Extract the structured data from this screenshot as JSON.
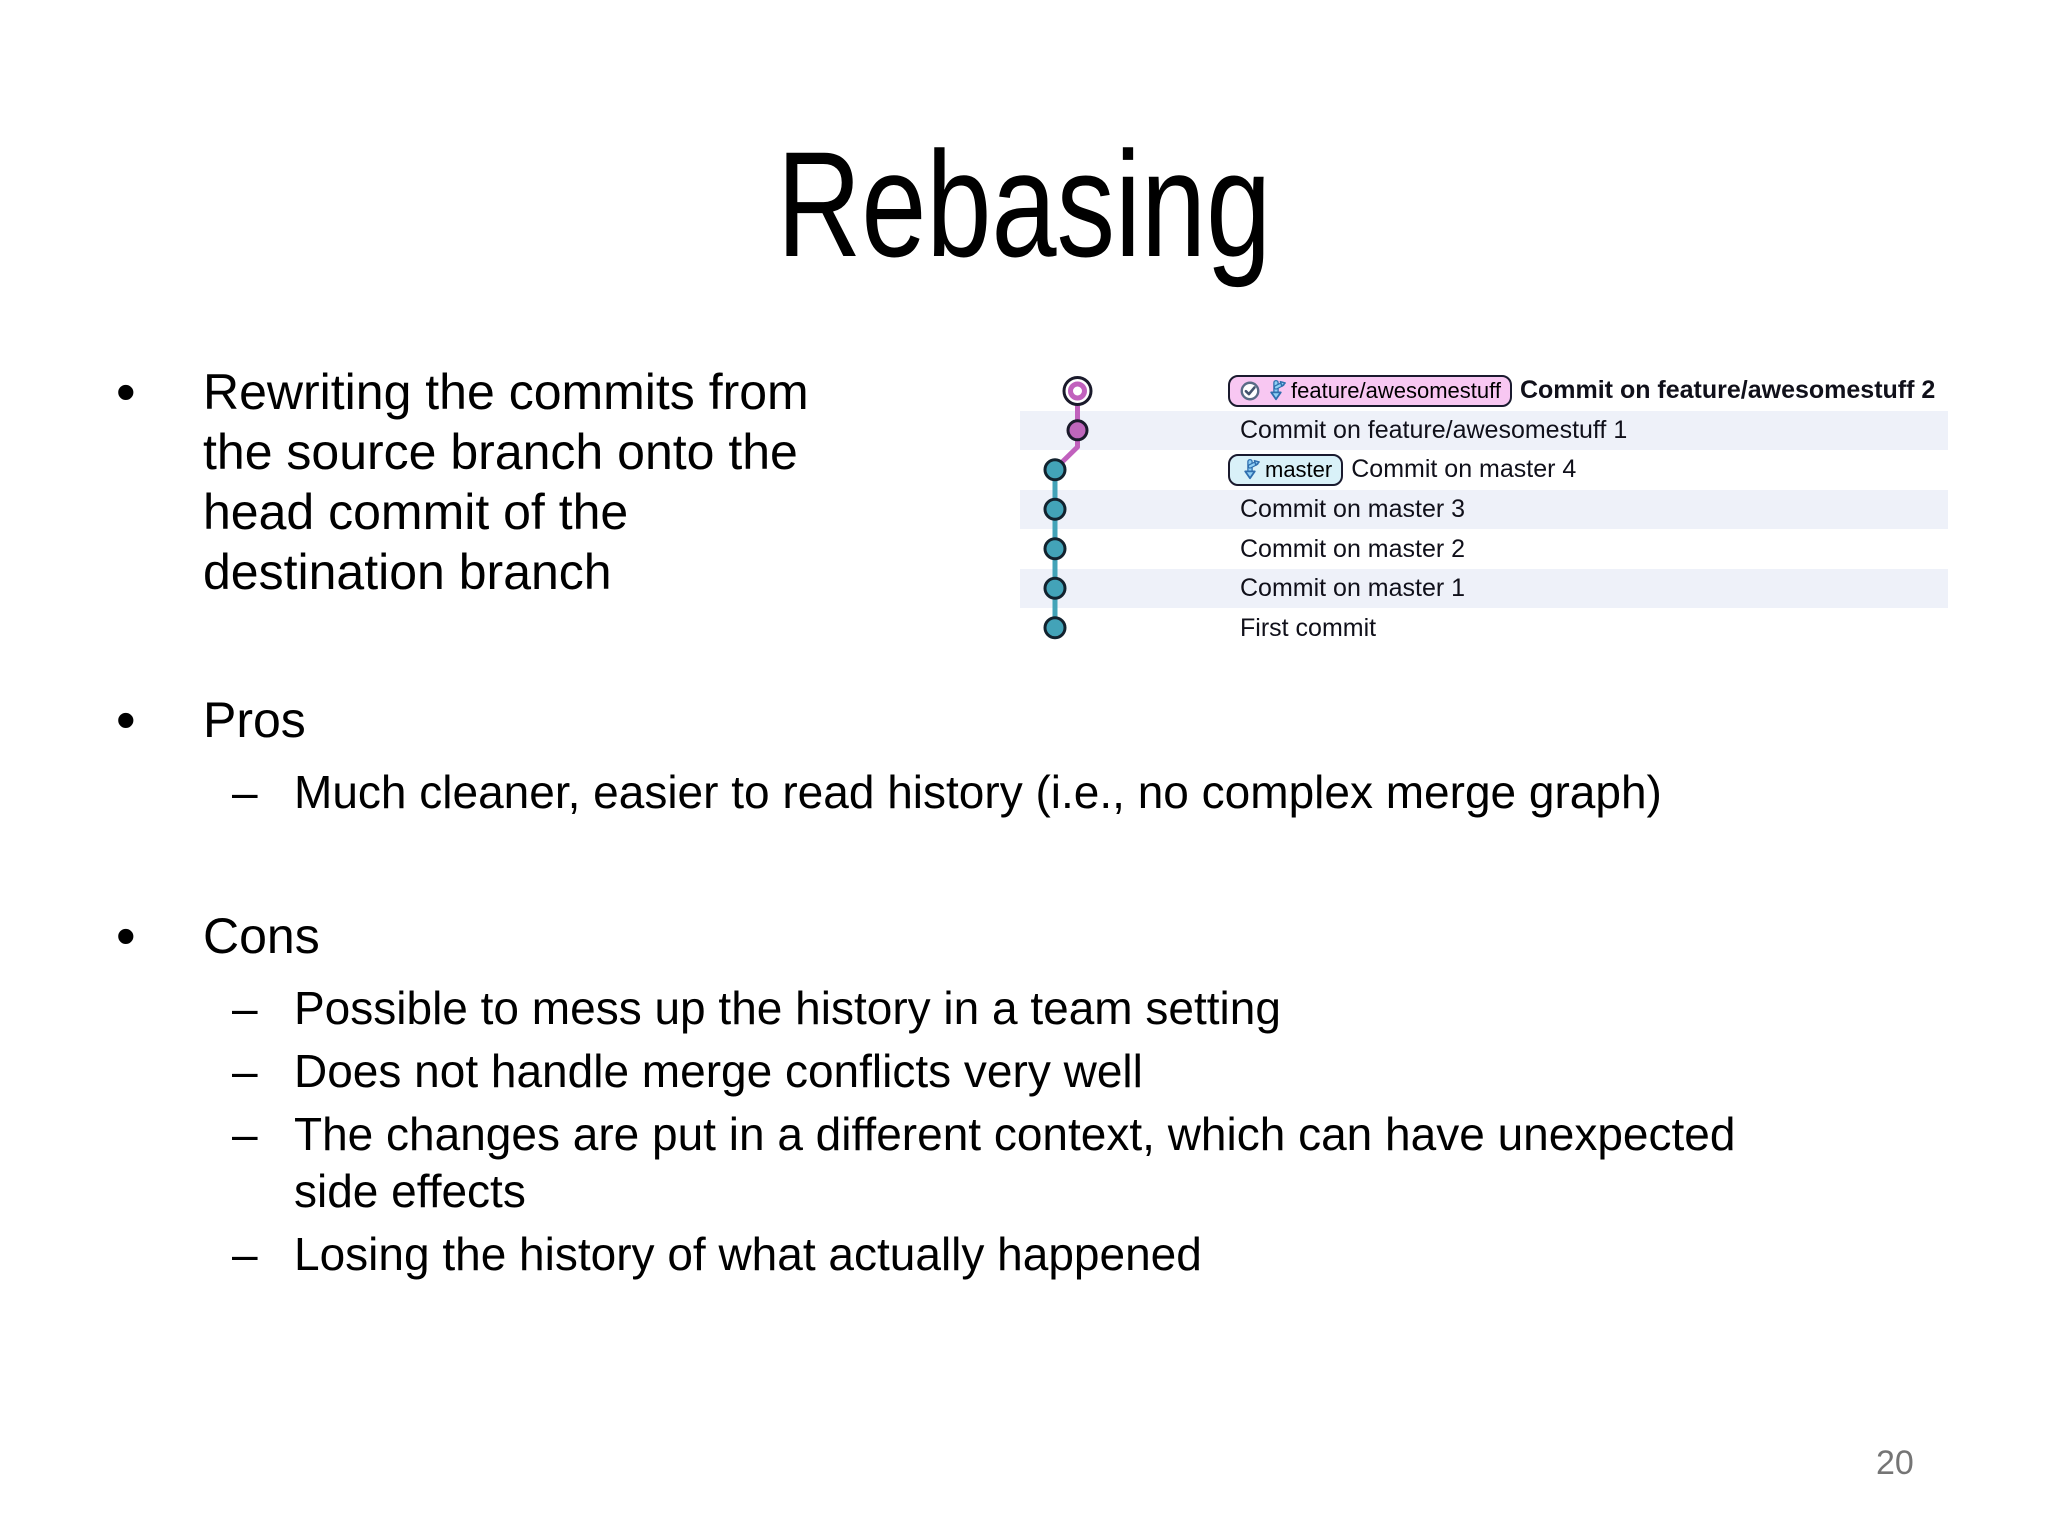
{
  "slide": {
    "title": "Rebasing",
    "page_number": "20"
  },
  "markers": {
    "bullet": "•",
    "dash": "–"
  },
  "bullets": {
    "item1": {
      "lines": [
        "Rewriting the commits from",
        "the source branch onto the",
        "head commit of the",
        "destination branch"
      ]
    },
    "pros": {
      "heading": "Pros",
      "items": [
        {
          "text": "Much cleaner, easier to read history (i.e., no complex merge graph)"
        }
      ]
    },
    "cons": {
      "heading": "Cons",
      "items": [
        {
          "text": "Possible to mess up the history in a team setting"
        },
        {
          "text": "Does not handle merge conflicts very well"
        },
        {
          "line1": "The changes are put in a different context, which can have unexpected",
          "line2": "side effects"
        },
        {
          "text": "Losing the history of what actually happened"
        }
      ]
    }
  },
  "graph": {
    "badges": {
      "feature": {
        "label": "feature/awesomestuff",
        "background": "#f8c7f2",
        "icons": [
          "check-circle-icon",
          "branch-icon"
        ]
      },
      "master": {
        "label": "master",
        "background": "#d9f1f8",
        "icons": [
          "branch-icon"
        ]
      }
    },
    "rows": [
      {
        "label": "Commit on feature/awesomestuff 2",
        "bold": true,
        "badge": "feature",
        "striped": false
      },
      {
        "label": "Commit on feature/awesomestuff 1",
        "bold": false,
        "striped": true
      },
      {
        "label": "Commit on master 4",
        "bold": false,
        "badge": "master",
        "striped": false
      },
      {
        "label": "Commit on master 3",
        "bold": false,
        "striped": true
      },
      {
        "label": "Commit on master 2",
        "bold": false,
        "striped": false
      },
      {
        "label": "Commit on master 1",
        "bold": false,
        "striped": true
      },
      {
        "label": "First commit",
        "bold": false,
        "striped": false
      }
    ],
    "colors": {
      "feature_branch": "#c161bd",
      "master_branch": "#43a3b8",
      "node_outline": "#1a1a2b",
      "row_stripe": "#eef1f9",
      "icon_blue_fill": "#8fd0f5",
      "icon_blue_stroke": "#2f6fae"
    }
  }
}
